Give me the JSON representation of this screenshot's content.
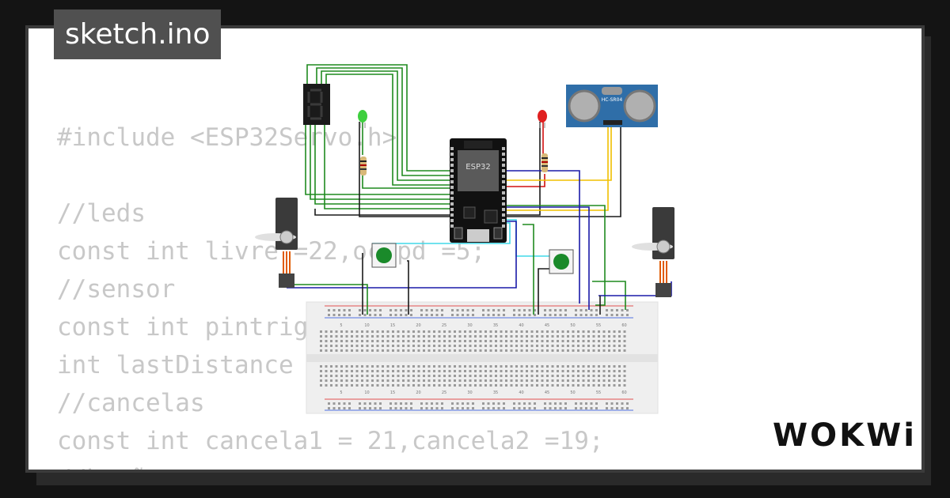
{
  "tab": {
    "title": "sketch.ino"
  },
  "code": {
    "lines": [
      "#include <ESP32Servo.h>",
      "",
      "//leds",
      "const int livre =22,ocupd =5;",
      "//sensor",
      "const int pintrig",
      "int lastDistance",
      "//cancelas",
      "const int cancela1 = 21,cancela2 =19;",
      "//botões"
    ]
  },
  "circuit": {
    "mcu_label": "ESP32",
    "sensor_label": "HC-SR04",
    "breadboard_columns": [
      "5",
      "10",
      "15",
      "20",
      "25",
      "30",
      "35",
      "40",
      "45",
      "50",
      "55",
      "60"
    ],
    "colors": {
      "wire_green": "#1f8a1f",
      "wire_black": "#1a1a1a",
      "wire_blue": "#1a1aa8",
      "wire_yellow": "#f0c000",
      "wire_red": "#d01010",
      "wire_cyan": "#40d8e8",
      "led_green": "#3ecf3e",
      "led_red": "#e02020",
      "button_cap": "#1a8a2a"
    }
  },
  "brand": {
    "logo": "WOKWi"
  }
}
